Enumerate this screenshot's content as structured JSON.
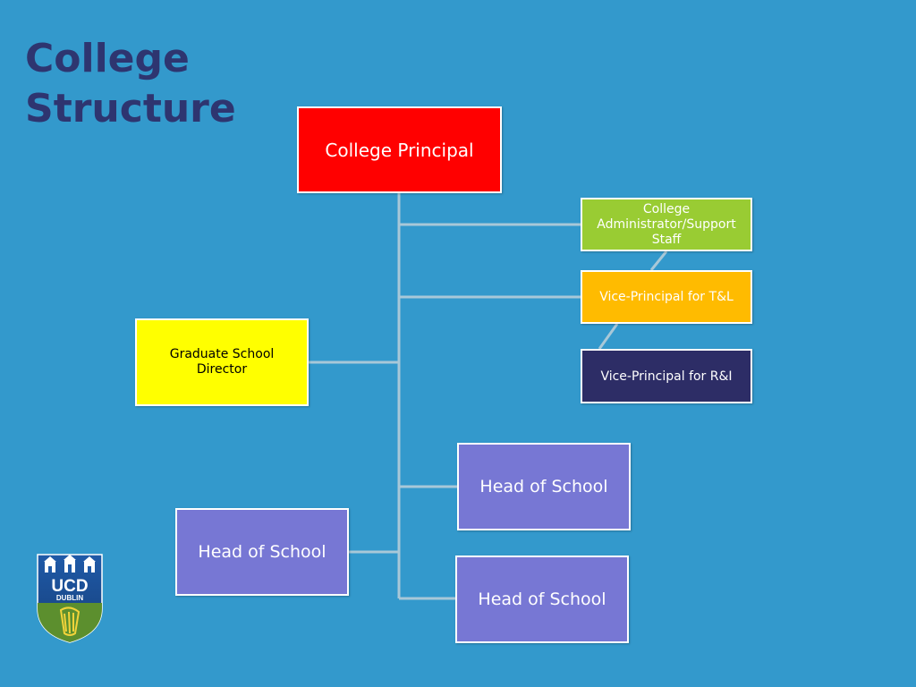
{
  "slide": {
    "title_line1": "College",
    "title_line2": "Structure"
  },
  "org_chart": {
    "principal": "College Principal",
    "admin": "College Administrator/Support Staff",
    "vp_teaching_learning": "Vice-Principal for T&L",
    "vp_research_innovation": "Vice-Principal for R&I",
    "graduate_school_director": "Graduate School Director",
    "heads_of_school": [
      "Head of School",
      "Head of School",
      "Head of School"
    ]
  },
  "logo": {
    "text_main": "UCD",
    "text_sub": "DUBLIN",
    "icon": "ucd-crest-icon"
  },
  "colors": {
    "background": "#3399cc",
    "title": "#2e3570",
    "principal": "#ff0000",
    "admin": "#99cc33",
    "vp_tl": "#ffbb00",
    "vp_ri": "#2d2d66",
    "grad_director": "#ffff00",
    "head_of_school": "#7777d4",
    "connector": "#a8c8d8"
  }
}
